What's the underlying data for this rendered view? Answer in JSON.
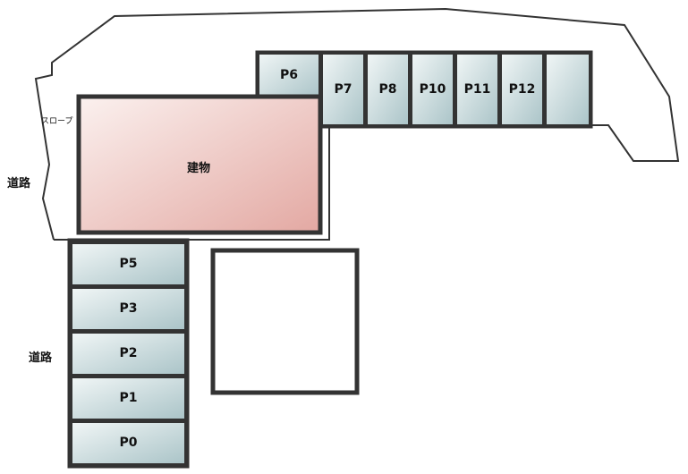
{
  "labels": {
    "building": "建物",
    "slope": "スロープ",
    "road_upper": "道路",
    "road_lower": "道路"
  },
  "spots_top": [
    "P6",
    "P7",
    "P8",
    "P10",
    "P11",
    "P12",
    ""
  ],
  "spots_left": [
    "P5",
    "P3",
    "P2",
    "P1",
    "P0"
  ],
  "colors": {
    "outline": "#333333",
    "spot_fill_start": "#f2f7f7",
    "spot_fill_end": "#a9c3c7",
    "building_fill_start": "#fbf0ee",
    "building_fill_end": "#e4aaa4"
  }
}
